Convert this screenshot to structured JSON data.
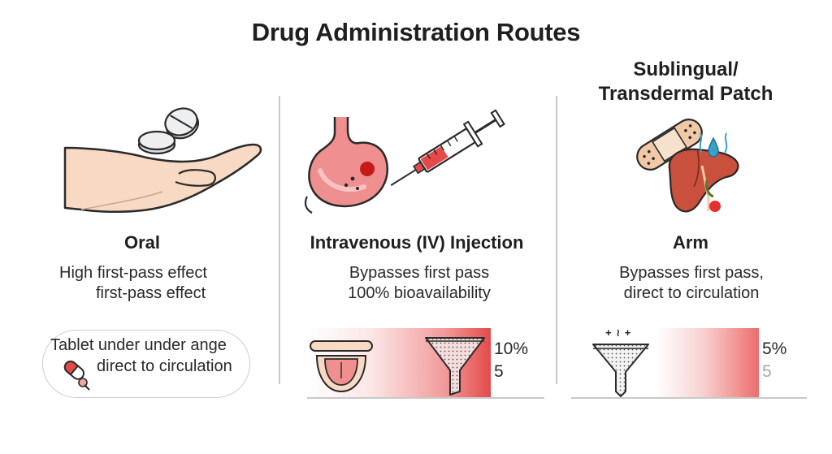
{
  "title": "Drug Administration Routes",
  "columns": [
    {
      "heading": "Oral",
      "desc_lines": [
        "High first-pass effect",
        "first-pass effect"
      ],
      "note_lines": [
        "Tablet under under ange",
        "direct to circulation"
      ],
      "icons": [
        "hand-icon",
        "tablets-icon",
        "capsule-icon"
      ]
    },
    {
      "heading": "Intravenous (IV) Injection",
      "desc_lines": [
        "Bypasses first pass",
        "100% bioavailability"
      ],
      "bar_values": [
        "10%",
        "5"
      ],
      "icons": [
        "stomach-icon",
        "syringe-icon",
        "tongue-icon",
        "funnel-icon"
      ]
    },
    {
      "subheading_lines": [
        "Sublingual/",
        "Transdermal Patch"
      ],
      "heading": "Arm",
      "desc_lines": [
        "Bypasses first pass,",
        "direct to circulation"
      ],
      "funnel_label": "+ ≀ +",
      "bar_values": [
        "5%",
        "5"
      ],
      "icons": [
        "bandage-icon",
        "liver-icon",
        "drop-icon",
        "funnel-icon"
      ]
    }
  ],
  "colors": {
    "accent_red": "#e44a4a",
    "skin": "#f7d9c4",
    "stomach": "#ef8f8f",
    "liver": "#c8503c"
  }
}
